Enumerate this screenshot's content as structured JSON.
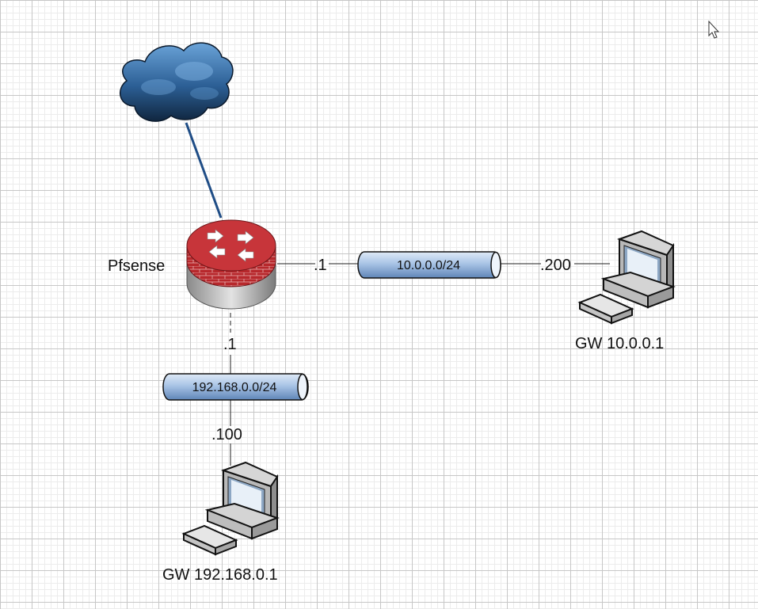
{
  "colors": {
    "cloud_link": "#1f4d86",
    "link": "#222222",
    "firewall_red": "#b7282c",
    "pipe_blue": "#9ebbe0",
    "computer_gray": "#e4e4e4"
  },
  "labels": {
    "pfsense": "Pfsense",
    "firewall_wan_ip": ".1",
    "firewall_lan_ip": ".1",
    "network_10": "10.0.0.0/24",
    "network_192": "192.168.0.0/24",
    "host_10_ip": ".200",
    "host_192_ip": ".100",
    "host_10_gw": "GW 10.0.0.1",
    "host_192_gw": "GW 192.168.0.1"
  },
  "icons": [
    "cloud-icon",
    "firewall-icon",
    "network-pipe-icon",
    "computer-icon",
    "mouse-cursor-icon"
  ]
}
